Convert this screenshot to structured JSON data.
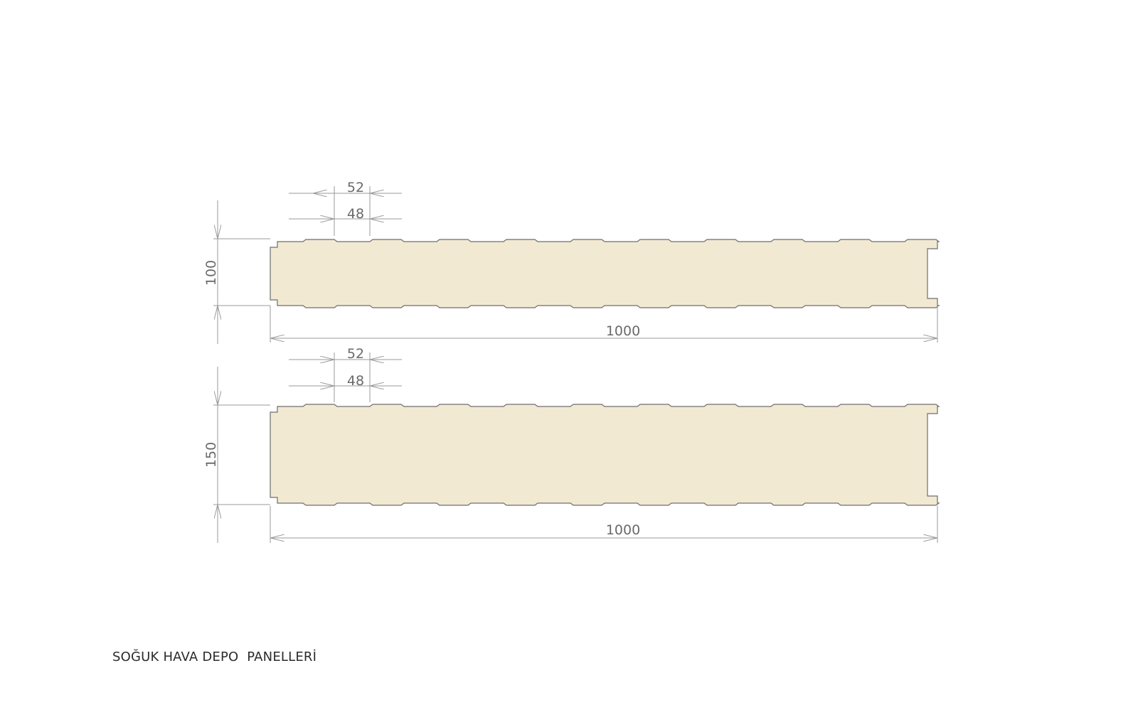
{
  "caption": "SOĞUK HAVA DEPO  PANELLERİ",
  "colors": {
    "panel_fill": "#f2e9d3",
    "panel_stroke": "#6e6e6e",
    "dim_line": "#9a9a9a",
    "text": "#6a6a6a"
  },
  "panels": [
    {
      "thickness_label": "100",
      "width_label": "1000",
      "rib_top_label": "52",
      "rib_bottom_label": "48"
    },
    {
      "thickness_label": "150",
      "width_label": "1000",
      "rib_top_label": "52",
      "rib_bottom_label": "48"
    }
  ]
}
